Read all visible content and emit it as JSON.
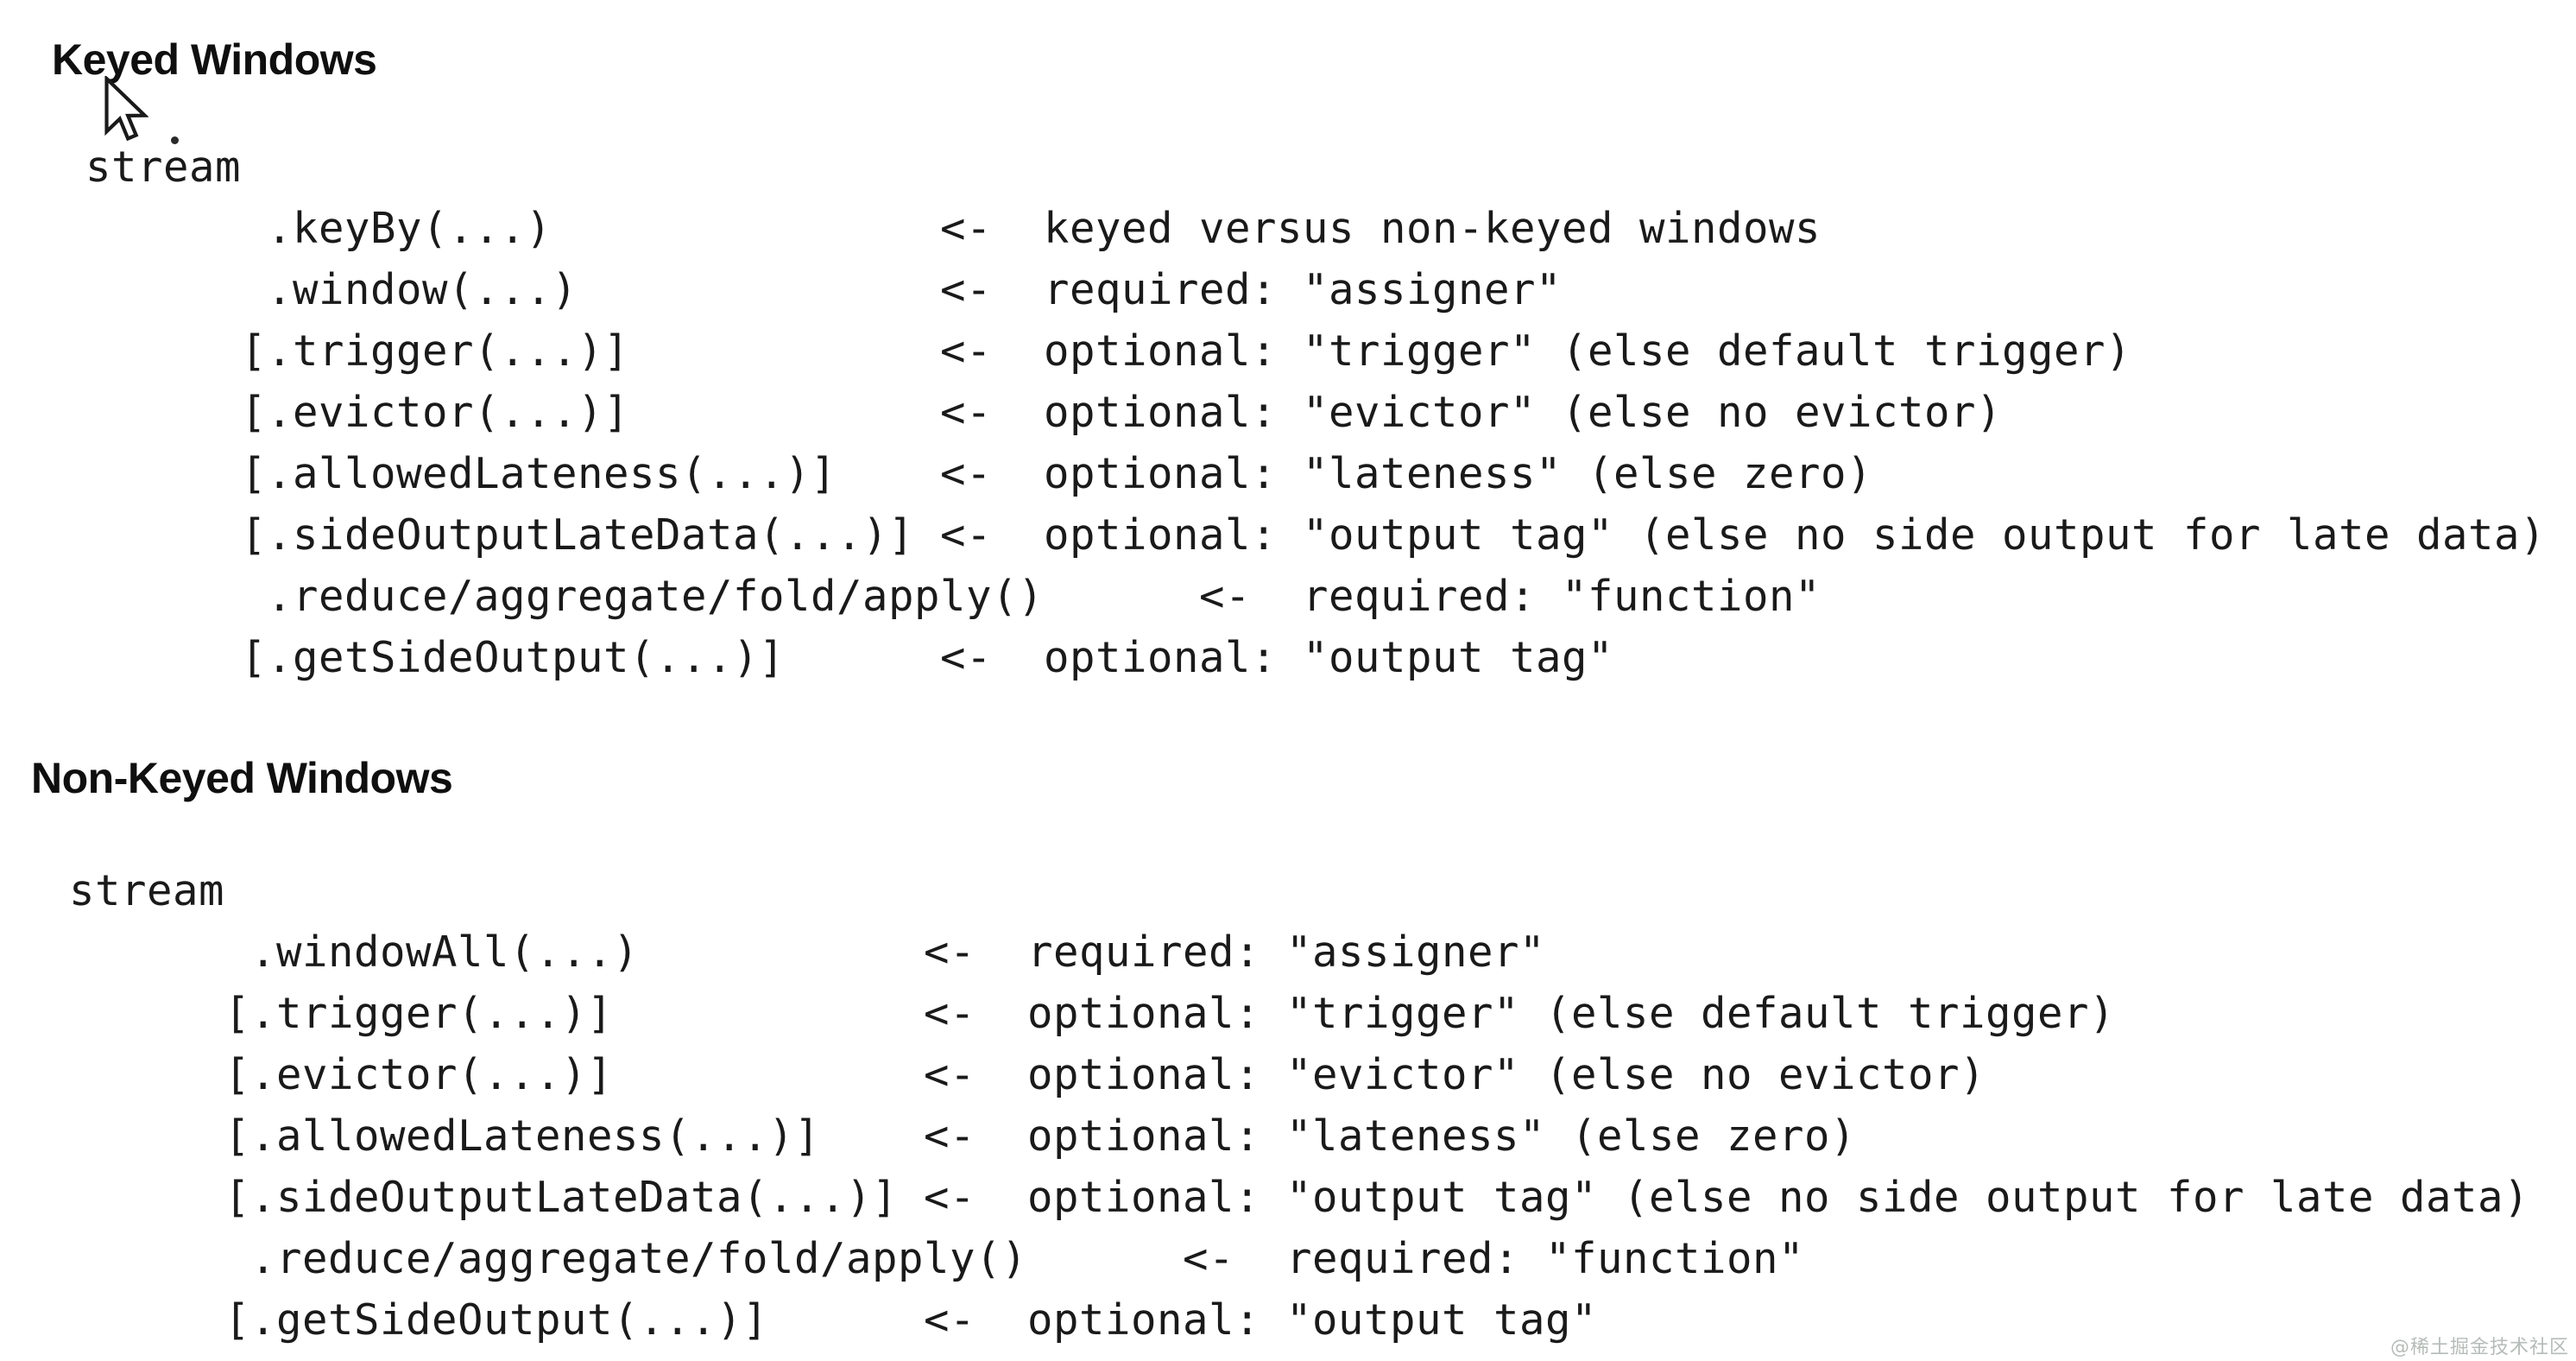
{
  "page": {
    "background_color": "#ffffff",
    "text_color": "#1a1a1a",
    "heading_color": "#0f0f0f"
  },
  "sections": [
    {
      "heading": "Keyed Windows",
      "code_lines": [
        "stream",
        "       .keyBy(...)               <-  keyed versus non-keyed windows",
        "       .window(...)              <-  required: \"assigner\"",
        "      [.trigger(...)]            <-  optional: \"trigger\" (else default trigger)",
        "      [.evictor(...)]            <-  optional: \"evictor\" (else no evictor)",
        "      [.allowedLateness(...)]    <-  optional: \"lateness\" (else zero)",
        "      [.sideOutputLateData(...)] <-  optional: \"output tag\" (else no side output for late data)",
        "       .reduce/aggregate/fold/apply()      <-  required: \"function\"",
        "      [.getSideOutput(...)]      <-  optional: \"output tag\""
      ]
    },
    {
      "heading": "Non-Keyed Windows",
      "code_lines": [
        "stream",
        "       .windowAll(...)           <-  required: \"assigner\"",
        "      [.trigger(...)]            <-  optional: \"trigger\" (else default trigger)",
        "      [.evictor(...)]            <-  optional: \"evictor\" (else no evictor)",
        "      [.allowedLateness(...)]    <-  optional: \"lateness\" (else zero)",
        "      [.sideOutputLateData(...)] <-  optional: \"output tag\" (else no side output for late data)",
        "       .reduce/aggregate/fold/apply()      <-  required: \"function\"",
        "      [.getSideOutput(...)]      <-  optional: \"output tag\""
      ]
    }
  ],
  "cursor": {
    "icon": "mouse-pointer-icon"
  },
  "watermark": {
    "text": "@稀土掘金技术社区",
    "color": "#b6bcb8"
  }
}
